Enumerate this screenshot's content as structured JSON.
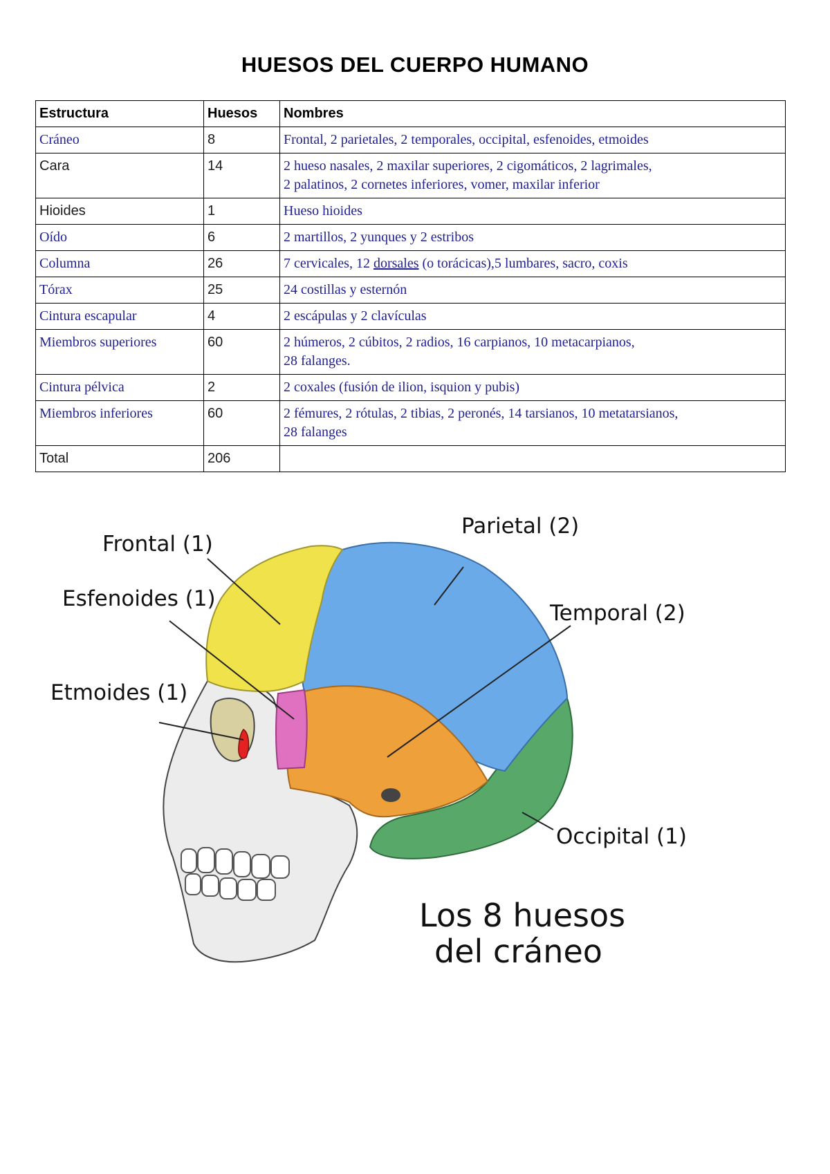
{
  "title": "HUESOS DEL CUERPO HUMANO",
  "table": {
    "headers": [
      "Estructura",
      "Huesos",
      "Nombres"
    ],
    "rows": [
      {
        "estructura": "Cráneo",
        "huesos": "8",
        "nombres": [
          "Frontal, 2 parietales, 2 temporales, occipital, esfenoides, etmoides"
        ]
      },
      {
        "estructura": "Cara",
        "huesos": "14",
        "nombres": [
          "2 hueso nasales, 2 maxilar superiores, 2 cigomáticos, 2 lagrimales,",
          "2 palatinos, 2 cornetes inferiores, vomer, maxilar inferior"
        ]
      },
      {
        "estructura": "Hioides",
        "huesos": "1",
        "nombres": [
          "Hueso hioides"
        ]
      },
      {
        "estructura": "Oído",
        "huesos": "6",
        "nombres": [
          "2 martillos, 2 yunques y 2 estribos"
        ]
      },
      {
        "estructura": "Columna",
        "huesos": "26",
        "nombres_parts": [
          "7 cervicales, 12 ",
          "dorsales",
          " (o torácicas),5 lumbares, sacro, coxis"
        ]
      },
      {
        "estructura": "Tórax",
        "huesos": "25",
        "nombres": [
          "24 costillas y esternón"
        ]
      },
      {
        "estructura": "Cintura escapular",
        "huesos": "4",
        "nombres": [
          "2 escápulas y 2 clavículas"
        ]
      },
      {
        "estructura": "Miembros superiores",
        "huesos": "60",
        "nombres": [
          "2 húmeros, 2 cúbitos, 2 radios, 16 carpianos, 10 metacarpianos,",
          "28 falanges."
        ]
      },
      {
        "estructura": "Cintura pélvica",
        "huesos": "2",
        "nombres": [
          "2 coxales (fusión de ilion, isquion y pubis)"
        ]
      },
      {
        "estructura": "Miembros inferiores",
        "huesos": "60",
        "nombres": [
          "2 fémures, 2 rótulas, 2 tibias, 2 peronés, 14 tarsianos, 10 metatarsianos,",
          "28 falanges"
        ]
      },
      {
        "estructura": "Total",
        "huesos": "206",
        "nombres": [
          ""
        ]
      }
    ]
  },
  "diagram": {
    "labels": {
      "frontal": "Frontal (1)",
      "parietal": "Parietal (2)",
      "esfenoides": "Esfenoides (1)",
      "temporal": "Temporal (2)",
      "etmoides": "Etmoides (1)",
      "occipital": "Occipital (1)"
    },
    "caption_line1": "Los 8 huesos",
    "caption_line2": "del cráneo",
    "colors": {
      "frontal": "#f0e24a",
      "parietal": "#6aaae8",
      "temporal": "#eea03a",
      "occipital": "#58a86a",
      "esfenoides": "#e070c0",
      "etmoides": "#e52222",
      "face": "#ececec"
    }
  }
}
